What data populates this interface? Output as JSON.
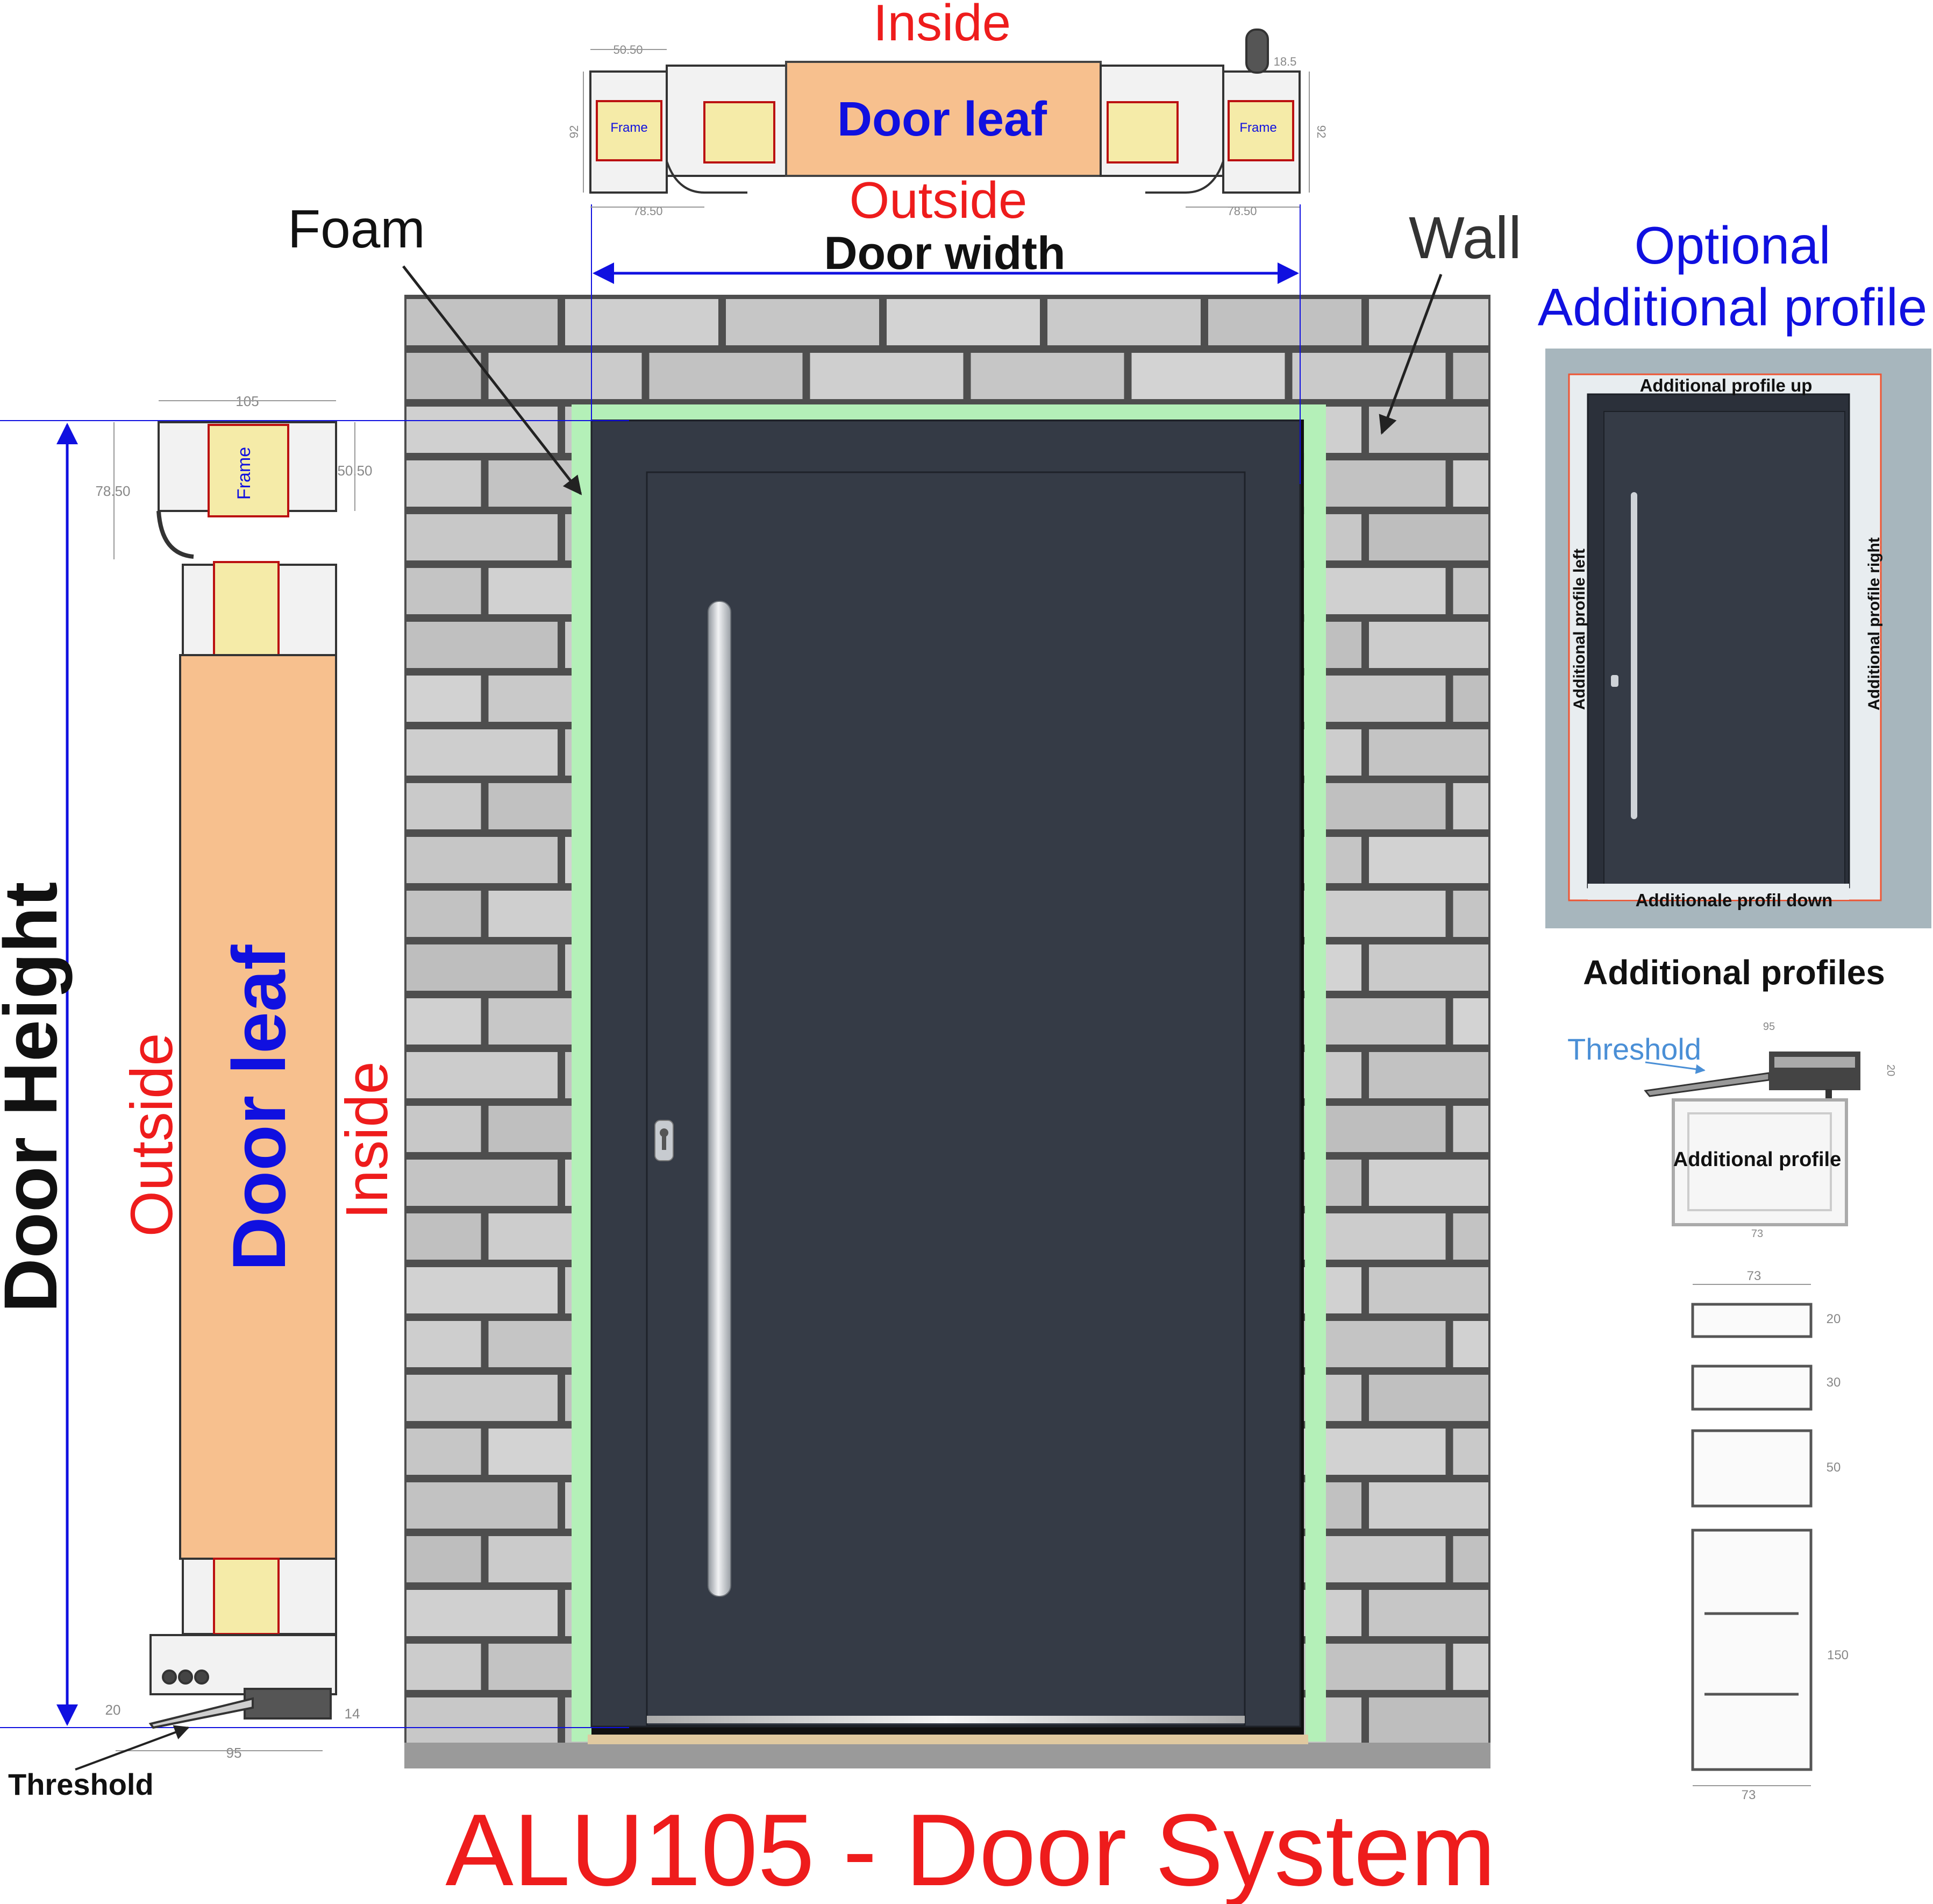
{
  "title": "ALU105 - Door System",
  "colors": {
    "title_red": "#ee1c1c",
    "label_blue": "#1010e0",
    "light_blue": "#4a8fd6",
    "door_panel": "#343a45",
    "foam_green": "#b4f0b8",
    "leaf_fill": "#f7c08e",
    "insulation": "#f5eba8",
    "brick": "#c9c9c9",
    "mortar": "#5a5a5a"
  },
  "top_section": {
    "inside_label": "Inside",
    "outside_label": "Outside",
    "door_leaf_label": "Door leaf",
    "frame_left": "Frame",
    "frame_right": "Frame",
    "door_width_label": "Door width",
    "dims": {
      "top_left": "50.50",
      "top_right": "18.5",
      "bottom_left": "78.50",
      "bottom_right": "78.50",
      "left_height": "92",
      "right_height": "92"
    }
  },
  "labels": {
    "foam": "Foam",
    "wall": "Wall"
  },
  "left_section": {
    "door_height_label": "Door Height",
    "outside_label": "Outside",
    "door_leaf_label": "Door leaf",
    "inside_label": "Inside",
    "frame_label": "Frame",
    "threshold_label": "Threshold",
    "dims": {
      "top_width": "105",
      "left_dim": "78.50",
      "right_dim": "50.50",
      "bottom_left": "20",
      "bottom_right": "14",
      "bottom_width": "95"
    }
  },
  "optional_panel": {
    "title_line1": "Optional",
    "title_line2": "Additional profile",
    "profile_up": "Additional profile up",
    "profile_down": "Additionale profil down",
    "profile_left": "Additional profile left",
    "profile_right": "Additional profile right"
  },
  "additional_profiles": {
    "heading": "Additional profiles",
    "threshold_label": "Threshold",
    "additional_profile_label": "Additional profile",
    "dims": {
      "top_width": "95",
      "side_height": "20",
      "bottom_width": "73"
    },
    "stack_dims": {
      "top_width": "73",
      "bottom_width": "73",
      "heights": [
        "20",
        "30",
        "50",
        "150"
      ]
    }
  }
}
